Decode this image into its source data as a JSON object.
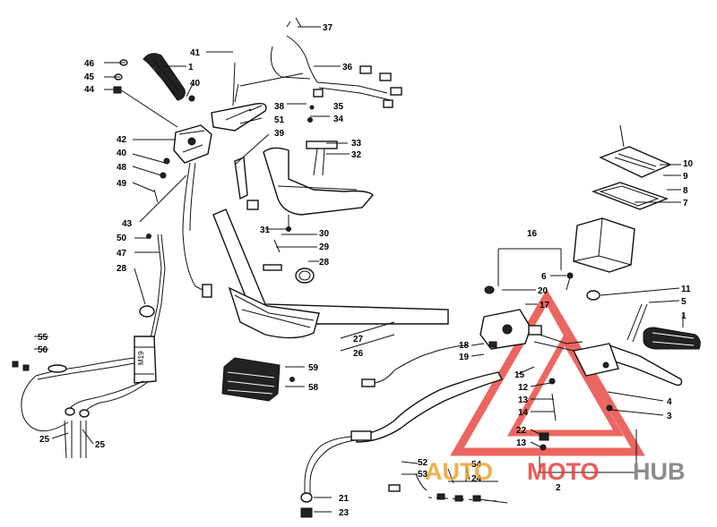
{
  "diagram": {
    "callouts": [
      {
        "id": "c37",
        "text": "37"
      },
      {
        "id": "c36",
        "text": "36"
      },
      {
        "id": "c41",
        "text": "41"
      },
      {
        "id": "c1a",
        "text": "1"
      },
      {
        "id": "c46",
        "text": "46"
      },
      {
        "id": "c45",
        "text": "45"
      },
      {
        "id": "c44",
        "text": "44"
      },
      {
        "id": "c40a",
        "text": "40"
      },
      {
        "id": "c38",
        "text": "38"
      },
      {
        "id": "c51",
        "text": "51"
      },
      {
        "id": "c35",
        "text": "35"
      },
      {
        "id": "c34",
        "text": "34"
      },
      {
        "id": "c42",
        "text": "42"
      },
      {
        "id": "c39",
        "text": "39"
      },
      {
        "id": "c33",
        "text": "33"
      },
      {
        "id": "c32",
        "text": "32"
      },
      {
        "id": "c40b",
        "text": "40"
      },
      {
        "id": "c48",
        "text": "48"
      },
      {
        "id": "c49",
        "text": "49"
      },
      {
        "id": "c43",
        "text": "43"
      },
      {
        "id": "c31",
        "text": "31"
      },
      {
        "id": "c30",
        "text": "30"
      },
      {
        "id": "c29",
        "text": "29"
      },
      {
        "id": "c28a",
        "text": "28"
      },
      {
        "id": "c50",
        "text": "50"
      },
      {
        "id": "c47",
        "text": "47"
      },
      {
        "id": "c28b",
        "text": "28"
      },
      {
        "id": "c10",
        "text": "10"
      },
      {
        "id": "c9",
        "text": "9"
      },
      {
        "id": "c8",
        "text": "8"
      },
      {
        "id": "c7",
        "text": "7"
      },
      {
        "id": "c16",
        "text": "16"
      },
      {
        "id": "c6",
        "text": "6"
      },
      {
        "id": "c20",
        "text": "20"
      },
      {
        "id": "c17",
        "text": "17"
      },
      {
        "id": "c11",
        "text": "11"
      },
      {
        "id": "c5",
        "text": "5"
      },
      {
        "id": "c1b",
        "text": "1"
      },
      {
        "id": "c27",
        "text": "27"
      },
      {
        "id": "c26",
        "text": "26"
      },
      {
        "id": "c55",
        "text": "55"
      },
      {
        "id": "c56",
        "text": "56"
      },
      {
        "id": "c18",
        "text": "18"
      },
      {
        "id": "c19",
        "text": "19"
      },
      {
        "id": "c59",
        "text": "59"
      },
      {
        "id": "c58",
        "text": "58"
      },
      {
        "id": "c15",
        "text": "15"
      },
      {
        "id": "c12",
        "text": "12"
      },
      {
        "id": "c13a",
        "text": "13"
      },
      {
        "id": "c14",
        "text": "14"
      },
      {
        "id": "c4",
        "text": "4"
      },
      {
        "id": "c3",
        "text": "3"
      },
      {
        "id": "c22",
        "text": "22"
      },
      {
        "id": "c13b",
        "text": "13"
      },
      {
        "id": "c25a",
        "text": "25"
      },
      {
        "id": "c25b",
        "text": "25"
      },
      {
        "id": "c52",
        "text": "52"
      },
      {
        "id": "c53",
        "text": "53"
      },
      {
        "id": "c54",
        "text": "54"
      },
      {
        "id": "c24",
        "text": "24"
      },
      {
        "id": "c2",
        "text": "2"
      },
      {
        "id": "c21",
        "text": "21"
      },
      {
        "id": "c23",
        "text": "23"
      }
    ],
    "decal_text": "M19"
  },
  "watermark": {
    "part1": "AUTO",
    "part2": "MOTO",
    "part3": "HUB",
    "color_red": "#e8413a",
    "color_orange": "#f0a030",
    "color_gray": "#8c8c8c"
  }
}
